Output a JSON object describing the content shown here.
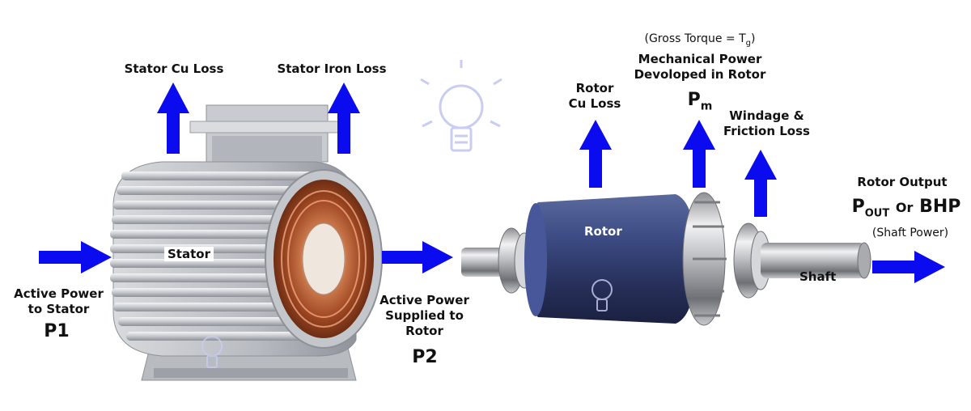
{
  "colors": {
    "arrow": "#0b0bf0",
    "stator_metal": "#c9ccd1",
    "copper": "#b85a30",
    "rotor_blue": "#2f3b6e"
  },
  "icons": [
    "bulb-watermark-icon"
  ],
  "labels": {
    "stator_cu_loss": "Stator Cu Loss",
    "stator_iron_loss": "Stator Iron Loss",
    "rotor_cu_loss": [
      "Rotor",
      "Cu Loss"
    ],
    "gross_torque": "(Gross Torque = T",
    "gross_torque_sub": "g",
    "gross_torque_close": ")",
    "mech_power": [
      "Mechanical Power",
      "Devoloped in Rotor"
    ],
    "pm_main": "P",
    "pm_sub": "m",
    "windage": [
      "Windage &",
      "Friction Loss"
    ],
    "rotor_output": "Rotor Output",
    "pout_main": "P",
    "pout_sub": "OUT",
    "pout_or": "Or",
    "pout_bhp": "BHP",
    "shaft_power": "(Shaft Power)",
    "active_power_stator": [
      "Active Power",
      "to Stator"
    ],
    "p1": "P1",
    "active_power_rotor": [
      "Active Power",
      "Supplied to",
      "Rotor"
    ],
    "p2": "P2",
    "stator": "Stator",
    "rotor": "Rotor",
    "shaft": "Shaft"
  }
}
